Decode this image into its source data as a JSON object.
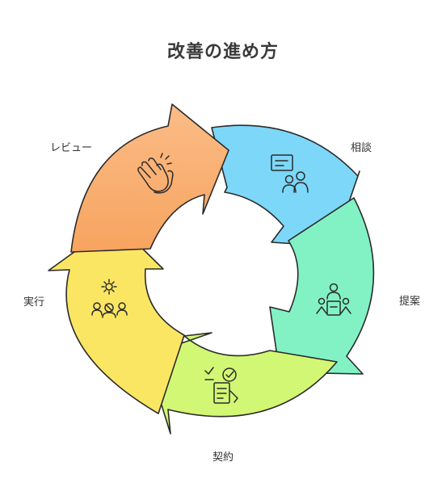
{
  "title": "改善の進め方",
  "steps": [
    {
      "label": "相談",
      "icon": "consultation-icon",
      "color": "#7dd7f8"
    },
    {
      "label": "提案",
      "icon": "meeting-table-icon",
      "color": "#82f2c4"
    },
    {
      "label": "契約",
      "icon": "contract-checklist-icon",
      "color": "#d2f774"
    },
    {
      "label": "実行",
      "icon": "team-gear-icon",
      "color": "#fbe664"
    },
    {
      "label": "レビュー",
      "icon": "clapping-hands-icon",
      "color": "#f9b37b"
    }
  ]
}
